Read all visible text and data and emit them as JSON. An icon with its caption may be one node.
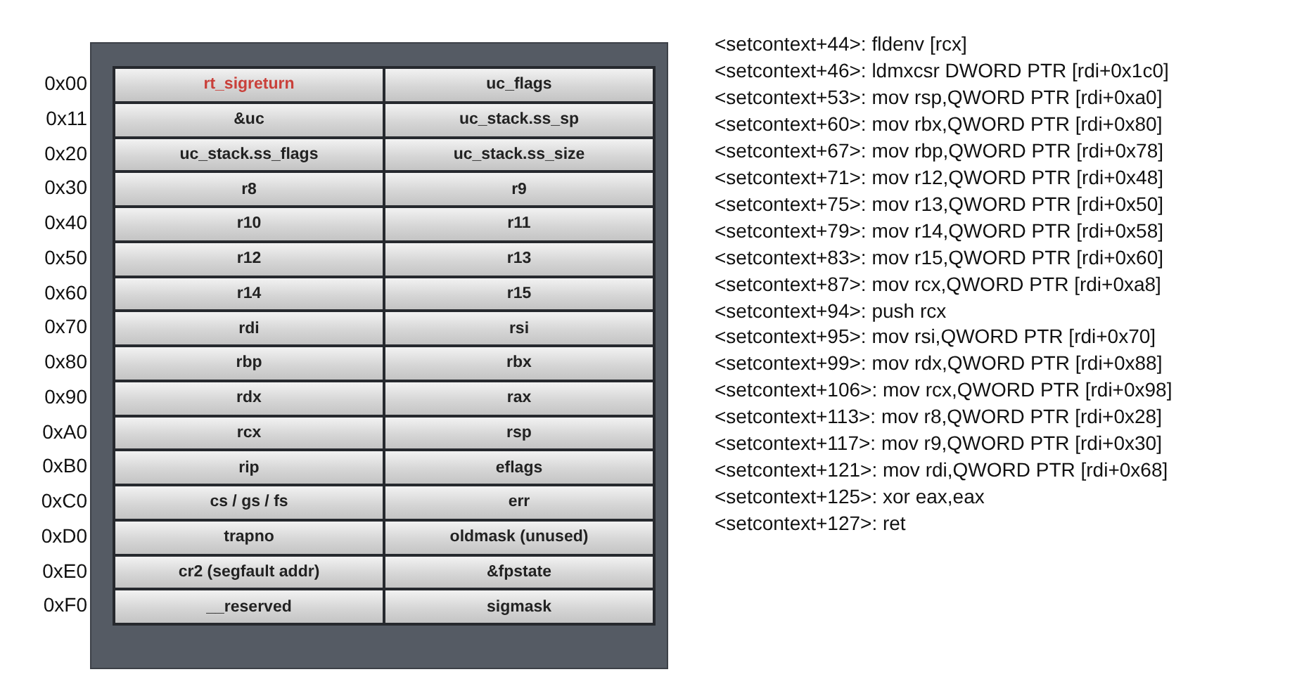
{
  "diagram": {
    "nodes": [
      {
        "text": [
          "rt_sigreturn"
        ]
      },
      {
        "text": [
          "uc_flags"
        ]
      },
      {
        "text": [
          "&uc"
        ]
      },
      {
        "text": [
          "uc_stack.ss_sp"
        ]
      },
      {
        "text": [
          "uc_stack.ss_flags"
        ]
      },
      {
        "text": [
          "uc_stack.ss_size"
        ]
      },
      {
        "text": [
          "r8"
        ]
      },
      {
        "text": [
          "r9"
        ]
      },
      {
        "text": [
          "r10"
        ]
      },
      {
        "text": [
          "r11"
        ]
      },
      {
        "text": [
          "r12"
        ]
      },
      {
        "text": [
          "r13"
        ]
      },
      {
        "text": [
          "r14"
        ]
      },
      {
        "text": [
          "r15"
        ]
      },
      {
        "text": [
          "rdi"
        ]
      },
      {
        "text": [
          "rsi"
        ]
      },
      {
        "text": [
          "rbp"
        ]
      },
      {
        "text": [
          "rbx"
        ]
      },
      {
        "text": [
          "rdx"
        ]
      },
      {
        "text": [
          "rax"
        ]
      },
      {
        "text": [
          "rcx"
        ]
      },
      {
        "text": [
          "rsp"
        ]
      },
      {
        "text": [
          "rip"
        ]
      },
      {
        "text": [
          "eflags"
        ]
      },
      {
        "text": [
          "cs / gs / fs"
        ]
      },
      {
        "text": [
          "err"
        ]
      },
      {
        "text": [
          "trapno"
        ]
      },
      {
        "text": [
          "oldmask (unused)"
        ]
      },
      {
        "text": [
          "cr2 (segfault addr)"
        ]
      },
      {
        "text": [
          "&fpstate"
        ]
      },
      {
        "text": [
          "__reserved"
        ]
      },
      {
        "text": [
          "sigmask"
        ]
      }
    ],
    "edges": [],
    "labels": [
      "0x00",
      "0x11",
      "0x20",
      "0x30",
      "0x40",
      "0x50",
      "0x60",
      "0x70",
      "0x80",
      "0x90",
      "0xA0",
      "0xB0",
      "0xC0",
      "0xD0",
      "0xE0",
      "0xF0",
      "<setcontext+44>: fldenv [rcx]",
      "<setcontext+46>: ldmxcsr DWORD PTR [rdi+0x1c0]",
      "<setcontext+53>: mov rsp,QWORD PTR [rdi+0xa0]",
      "<setcontext+60>: mov rbx,QWORD PTR [rdi+0x80]",
      "<setcontext+67>: mov rbp,QWORD PTR [rdi+0x78]",
      "<setcontext+71>: mov r12,QWORD PTR [rdi+0x48]",
      "<setcontext+75>: mov r13,QWORD PTR [rdi+0x50]",
      "<setcontext+79>: mov r14,QWORD PTR [rdi+0x58]",
      "<setcontext+83>: mov r15,QWORD PTR [rdi+0x60]",
      "<setcontext+87>: mov rcx,QWORD PTR [rdi+0xa8]",
      "<setcontext+94>: push rcx",
      "<setcontext+95>: mov rsi,QWORD PTR [rdi+0x70]",
      "<setcontext+99>: mov rdx,QWORD PTR [rdi+0x88]",
      "<setcontext+106>: mov rcx,QWORD PTR [rdi+0x98]",
      "<setcontext+113>: mov r8,QWORD PTR [rdi+0x28]",
      "<setcontext+117>: mov r9,QWORD PTR [rdi+0x30]",
      "<setcontext+121>: mov rdi,QWORD PTR [rdi+0x68]",
      "<setcontext+125>: xor eax,eax",
      "<setcontext+127>: ret"
    ]
  }
}
